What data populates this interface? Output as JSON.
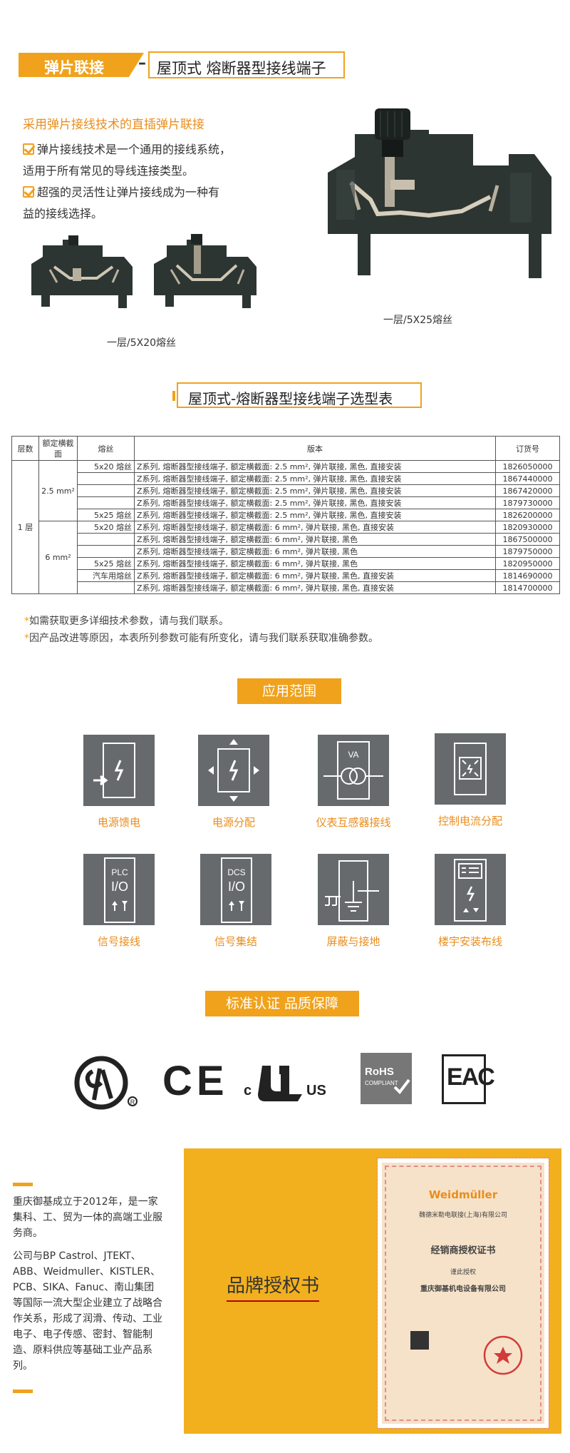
{
  "header": {
    "left": "弹片联接",
    "dash": "–",
    "right": "屋顶式 熔断器型接线端子"
  },
  "intro": {
    "title": "采用弹片接线技术的直插弹片联接",
    "line1": "弹片接线技术是一个通用的接线系统，",
    "line2": "适用于所有常见的导线连接类型。",
    "line3": "超强的灵活性让弹片接线成为一种有",
    "line4": "益的接线选择。"
  },
  "captions": {
    "left": "一层/5X20熔丝",
    "right": "一层/5X25熔丝"
  },
  "table": {
    "title": "屋顶式-熔断器型接线端子选型表",
    "headers": {
      "layer": "层数",
      "section": "额定横截面",
      "fuse": "熔丝",
      "version": "版本",
      "order": "订货号"
    },
    "layer": "1 层",
    "sec1": "2.5 mm²",
    "sec2": "6 mm²",
    "rows": [
      {
        "fuse": "5x20 熔丝",
        "version": "Z系列, 熔断器型接线端子, 额定横截面: 2.5 mm², 弹片联接, 黑色, 直接安装",
        "order": "1826050000"
      },
      {
        "fuse": "",
        "version": "Z系列, 熔断器型接线端子, 额定横截面: 2.5 mm², 弹片联接, 黑色, 直接安装",
        "order": "1867440000"
      },
      {
        "fuse": "",
        "version": "Z系列, 熔断器型接线端子, 额定横截面: 2.5 mm², 弹片联接, 黑色, 直接安装",
        "order": "1867420000"
      },
      {
        "fuse": "",
        "version": "Z系列, 熔断器型接线端子, 额定横截面: 2.5 mm², 弹片联接, 黑色, 直接安装",
        "order": "1879730000"
      },
      {
        "fuse": "5x25 熔丝",
        "version": "Z系列, 熔断器型接线端子, 额定横截面: 2.5 mm², 弹片联接, 黑色, 直接安装",
        "order": "1826200000"
      },
      {
        "fuse": "5x20 熔丝",
        "version": "Z系列, 熔断器型接线端子, 额定横截面: 6 mm², 弹片联接, 黑色, 直接安装",
        "order": "1820930000"
      },
      {
        "fuse": "",
        "version": "Z系列, 熔断器型接线端子, 额定横截面: 6 mm², 弹片联接, 黑色",
        "order": "1867500000"
      },
      {
        "fuse": "",
        "version": "Z系列, 熔断器型接线端子, 额定横截面: 6 mm², 弹片联接, 黑色",
        "order": "1879750000"
      },
      {
        "fuse": "5x25 熔丝",
        "version": "Z系列, 熔断器型接线端子, 额定横截面: 6 mm², 弹片联接, 黑色",
        "order": "1820950000"
      },
      {
        "fuse": "汽车用熔丝",
        "version": "Z系列, 熔断器型接线端子, 额定横截面: 6 mm², 弹片联接, 黑色, 直接安装",
        "order": "1814690000"
      },
      {
        "fuse": "",
        "version": "Z系列, 熔断器型接线端子, 额定横截面: 6 mm², 弹片联接, 黑色, 直接安装",
        "order": "1814700000"
      }
    ]
  },
  "notes": {
    "n1": "如需获取更多详细技术参数，请与我们联系。",
    "n2": "因产品改进等原因，本表所列参数可能有所变化，请与我们联系获取准确参数。"
  },
  "apps": {
    "title": "应用范围",
    "items": [
      {
        "label": "电源馈电"
      },
      {
        "label": "电源分配"
      },
      {
        "label": "仪表互感器接线",
        "icon_text": "VA"
      },
      {
        "label": "控制电流分配"
      },
      {
        "label": "信号接线",
        "icon_text": "PLC",
        "io": "I/O"
      },
      {
        "label": "信号集结",
        "icon_text": "DCS",
        "io": "I/O"
      },
      {
        "label": "屏蔽与接地"
      },
      {
        "label": "楼宇安装布线"
      }
    ]
  },
  "certs": {
    "title": "标准认证 品质保障",
    "ce": "CE",
    "ul_c": "c",
    "ul_us": "US",
    "rohs": "RoHS",
    "rohs_sub": "COMPLIANT",
    "eac": "EAC"
  },
  "footer": {
    "p1": "重庆御基成立于2012年，是一家集科、工、贸为一体的高端工业服务商。",
    "p2": "公司与BP Castrol、JTEKT、ABB、Weidmuller、KISTLER、PCB、SIKA、Fanuc、南山集团等国际一流大型企业建立了战略合作关系，形成了润滑、传动、工业电子、电子传感、密封、智能制造、原料供应等基础工业产品系列。",
    "auth": "品牌授权书",
    "cert_brand": "Weidmüller",
    "cert_company": "魏德米勒电联接(上海)有限公司",
    "cert_title": "经销商授权证书",
    "cert_sub": "谨此授权",
    "cert_dist": "重庆御基机电设备有限公司"
  },
  "colors": {
    "accent": "#f0a21c",
    "label": "#e98d1c",
    "icon_bg": "#666a6d"
  }
}
